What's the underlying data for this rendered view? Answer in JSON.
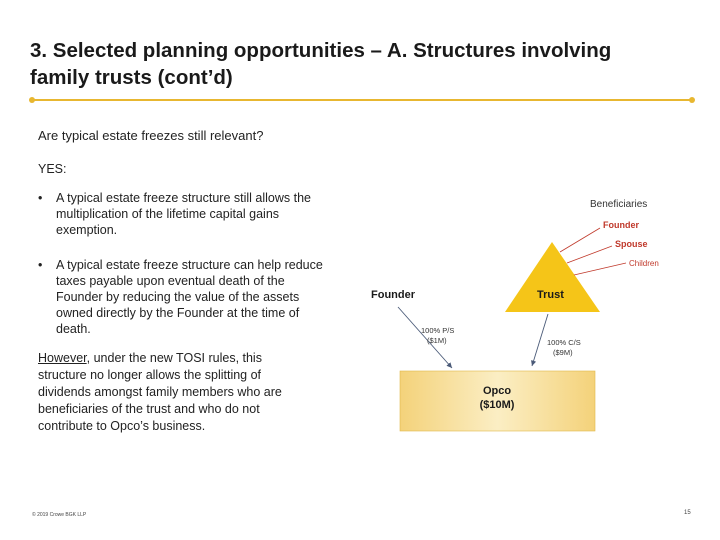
{
  "title": "3. Selected planning opportunities – A. Structures involving family trusts (cont’d)",
  "question": "Are typical estate freezes still relevant?",
  "yes_label": "YES:",
  "bullets": [
    "A typical estate freeze structure still allows the multiplication of the lifetime capital gains exemption.",
    "A typical estate freeze structure can help reduce taxes payable upon eventual death of the Founder by reducing the value of the assets owned directly by the Founder at the time of death."
  ],
  "however": {
    "lead": "However",
    "rest": ", under the new TOSI rules, this structure no longer allows the splitting of dividends amongst family members who are beneficiaries of the trust and who do not contribute to Opco’s business."
  },
  "diagram": {
    "beneficiaries": "Beneficiaries",
    "founder_benef": "Founder",
    "spouse": "Spouse",
    "children": "Children",
    "founder": "Founder",
    "trust": "Trust",
    "ps_line1": "100% P/S",
    "ps_line2": "($1M)",
    "cs_line1": "100% C/S",
    "cs_line2": "($9M)",
    "opco_line1": "Opco",
    "opco_line2": "($10M)"
  },
  "colors": {
    "accent": "#e8b730",
    "red_label": "#c0392b",
    "box_fill": "#f6d98a"
  },
  "footer": "© 2019 Crowe BGK LLP",
  "page_number": "15"
}
